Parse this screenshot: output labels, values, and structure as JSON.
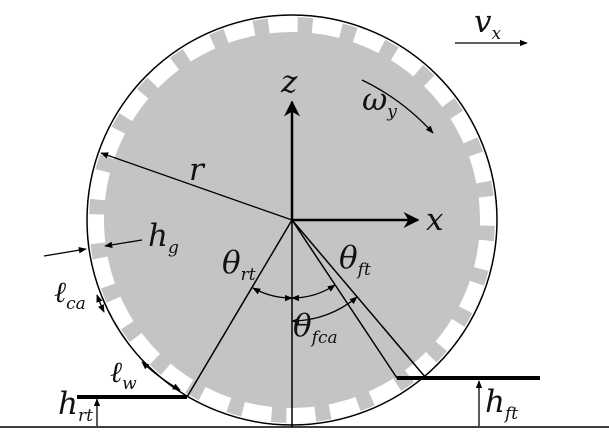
{
  "labels": {
    "vx": {
      "main": "v",
      "sub": "x"
    },
    "omega_y": {
      "main": "ω",
      "sub": "y"
    },
    "z": {
      "main": "z",
      "sub": ""
    },
    "x": {
      "main": "x",
      "sub": ""
    },
    "r": {
      "main": "r",
      "sub": ""
    },
    "h_g": {
      "main": "h",
      "sub": "g"
    },
    "l_ca": {
      "main": "ℓ",
      "sub": "ca"
    },
    "l_w": {
      "main": "ℓ",
      "sub": "w"
    },
    "theta_rt": {
      "main": "θ",
      "sub": "rt"
    },
    "theta_ft": {
      "main": "θ",
      "sub": "ft"
    },
    "theta_fca": {
      "main": "θ",
      "sub": "fca"
    },
    "h_rt": {
      "main": "h",
      "sub": "rt"
    },
    "h_ft": {
      "main": "h",
      "sub": "ft"
    }
  },
  "colors": {
    "wheel_fill": "#c4c4c4",
    "tread_gap": "#ffffff",
    "line": "#000000",
    "background": "#ffffff"
  },
  "wheel": {
    "tread_element_count": 28
  }
}
